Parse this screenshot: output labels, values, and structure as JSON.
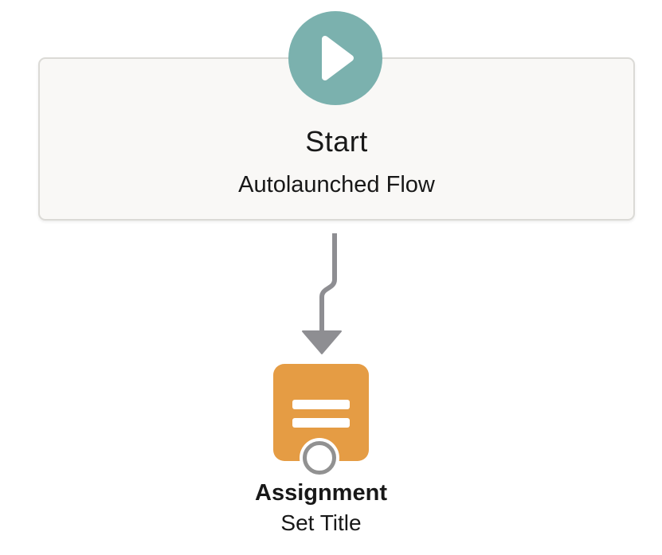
{
  "canvas": {
    "kind": "flow-builder-canvas"
  },
  "start_node": {
    "title": "Start",
    "subtitle": "Autolaunched Flow",
    "icon": "play-icon"
  },
  "connector": {
    "icon": "arrow-down-icon"
  },
  "assignment_node": {
    "type_label": "Assignment",
    "name_label": "Set Title",
    "icon": "assignment-equals-icon"
  },
  "colors": {
    "canvas_bg": "#ffffff",
    "start_accent": "#7bb1ae",
    "assignment_accent": "#e59c44",
    "connector": "#8e8e92",
    "node_bg": "#f9f8f6",
    "node_border": "#dbdad6",
    "ring": "#919191",
    "text": "#181818"
  }
}
